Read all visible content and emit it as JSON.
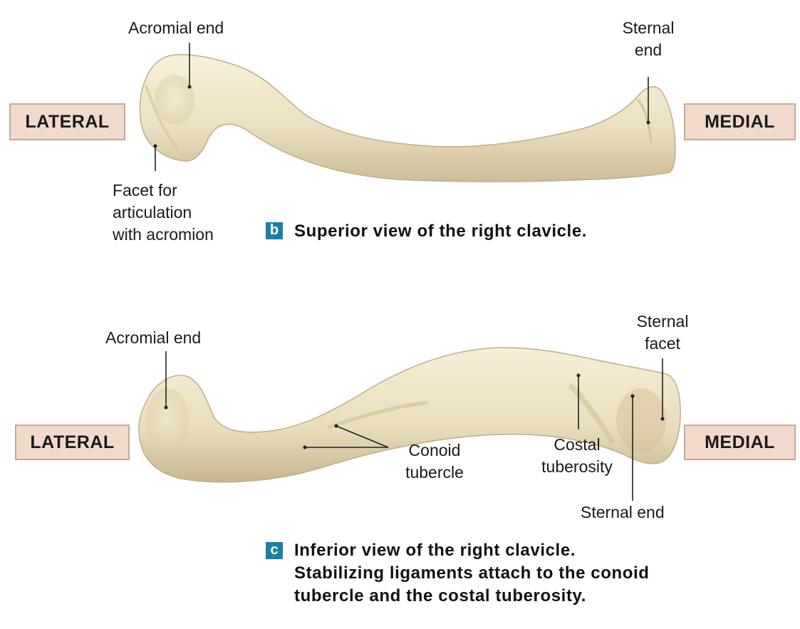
{
  "superior_view": {
    "labels": {
      "acromial_end": "Acromial end",
      "sternal_end_line1": "Sternal",
      "sternal_end_line2": "end",
      "facet_line1": "Facet for",
      "facet_line2": "articulation",
      "facet_line3": "with acromion"
    },
    "lateral": "LATERAL",
    "medial": "MEDIAL",
    "badge": "b",
    "caption": "Superior view of the right clavicle."
  },
  "inferior_view": {
    "labels": {
      "acromial_end": "Acromial end",
      "sternal_facet_line1": "Sternal",
      "sternal_facet_line2": "facet",
      "conoid_line1": "Conoid",
      "conoid_line2": "tubercle",
      "costal_line1": "Costal",
      "costal_line2": "tuberosity",
      "sternal_end": "Sternal end"
    },
    "lateral": "LATERAL",
    "medial": "MEDIAL",
    "badge": "c",
    "caption_line1": "Inferior view of the right clavicle.",
    "caption_line2": "Stabilizing ligaments attach to the conoid",
    "caption_line3": "tubercle and the costal tuberosity."
  },
  "colors": {
    "bone": "#ede3c6",
    "bone_shadow": "#c9b994",
    "label_box": "#f1d9cc",
    "badge": "#1c7fa8"
  }
}
